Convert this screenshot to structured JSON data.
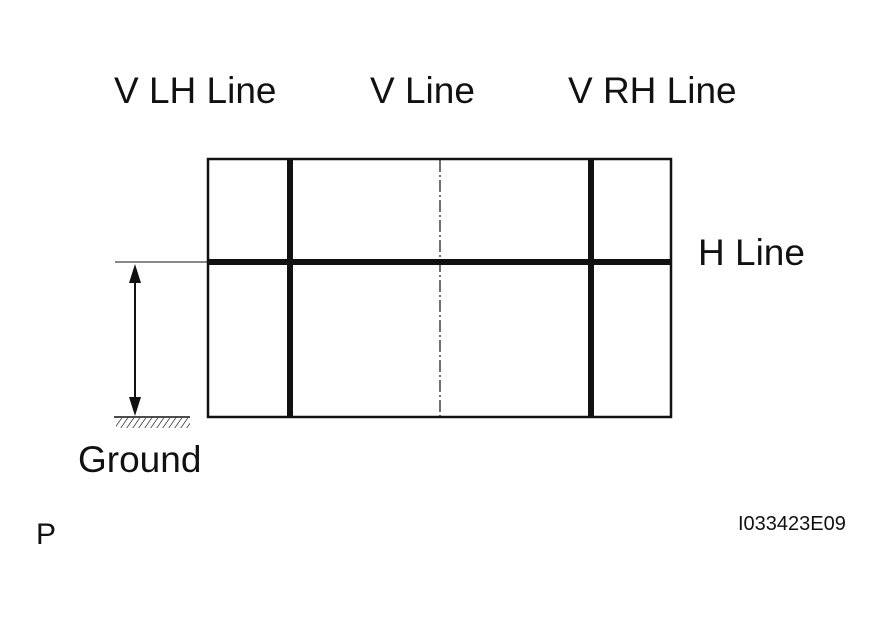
{
  "labels": {
    "v_lh_line": "V LH Line",
    "v_line": "V Line",
    "v_rh_line": "V RH Line",
    "h_line": "H Line",
    "ground": "Ground",
    "view_marker": "P",
    "figure_code": "I033423E09"
  },
  "colors": {
    "line": "#111111",
    "background": "#ffffff"
  }
}
